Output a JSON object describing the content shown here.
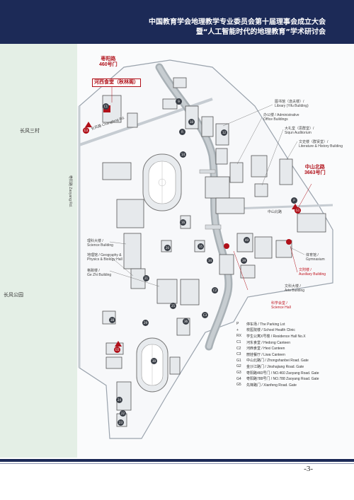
{
  "header": {
    "title_line1": "中国教育学会地理教学专业委员会第十届理事会成立大会",
    "title_line2": "暨“人工智能时代的地理教育”学术研讨会"
  },
  "areas": {
    "changfeng_village": "长风三村",
    "changfeng_park": "长风公园"
  },
  "gates": {
    "zaoyang": {
      "line1": "枣阳路",
      "line2": "460号门"
    },
    "zhongshan": {
      "line1": "中山北路",
      "line2": "3663号门"
    }
  },
  "canteen_label": "河西食堂（秋林阁）",
  "roads": {
    "changfeng": "长风路 Changfeng Rd.",
    "zaoyang_vertical": "枣阳路 Zaoyang Rd.",
    "zhongshan_n": "中山北路"
  },
  "building_labels": {
    "library": {
      "cn": "图书馆（逸夫楼）/",
      "en": "Library (Yifu Building)"
    },
    "admin": {
      "cn": "办公楼 / Administrative",
      "en": "Office Buildings"
    },
    "siqun": {
      "cn": "大礼堂（思群堂）/",
      "en": "Siqun Auditorium"
    },
    "literature": {
      "cn": "文史楼（群贤堂）/",
      "en": "Literature & History Building"
    },
    "science_building": {
      "cn": "理科大楼 /",
      "en": "Science Building"
    },
    "geography": {
      "cn": "地理馆 / Geography &",
      "en": "Physics & Biology Hall"
    },
    "gezhi": {
      "cn": "格致楼 /",
      "en": "Ge Zhi Building"
    },
    "gymnasium": {
      "cn": "体育馆 /",
      "en": "Gymnasium"
    },
    "auxiliary": {
      "cn": "文附楼 /",
      "en": "Auxiliary Building"
    },
    "arts": {
      "cn": "文科大楼 /",
      "en": "Arts Building"
    },
    "science_hall": {
      "cn": "科学会堂 /",
      "en": "Science Hall"
    }
  },
  "legend": [
    {
      "code": "P",
      "text": "停车场 / The Parking Lot"
    },
    {
      "code": "+",
      "text": "校医院楼 / School Health Clinic"
    },
    {
      "code": "RX",
      "text": "学生公寓X号楼 / Residence Hall No.X"
    },
    {
      "code": "C1",
      "text": "河东食堂 / Hedong Canteen"
    },
    {
      "code": "C2",
      "text": "河西食堂 / Hexi Canteen"
    },
    {
      "code": "C3",
      "text": "丽娃餐厅 / Liwa Canteen"
    },
    {
      "code": "G1",
      "text": "中山北路门 / Zhongshanbei Road. Gate"
    },
    {
      "code": "G2",
      "text": "金沙江路门 / Jinshajiang Road. Gate"
    },
    {
      "code": "G3",
      "text": "枣阳路460号门 / NO.460 Zaoyang Road. Gate"
    },
    {
      "code": "G4",
      "text": "枣阳路788号门 / NO.788 Zaoyang Road. Gate"
    },
    {
      "code": "G5",
      "text": "先锋路门 / Xianfeng Road. Gate"
    }
  ],
  "markers": [
    "C1",
    "G3",
    "P",
    "G1",
    "C2",
    "C3",
    "G5",
    "R",
    "9",
    "10",
    "12",
    "14",
    "16",
    "20",
    "21",
    "22",
    "23",
    "24",
    "25",
    "29",
    "30",
    "34",
    "35",
    "36",
    "38",
    "39",
    "40"
  ],
  "page_number": "-3-",
  "colors": {
    "navy": "#1c2a57",
    "accent_red": "#b01019",
    "park_green": "#e4efe6",
    "river": "#a9b1b6"
  }
}
